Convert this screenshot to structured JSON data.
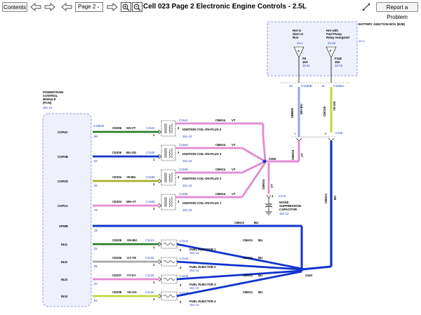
{
  "toolbar": {
    "contents_label": "Contents",
    "page_select_value": "Page 2",
    "page_title": "Cell 023 Page 2 Electronic Engine Controls - 2.5L",
    "report_label": "Report a Problem"
  },
  "colors": {
    "pink": "#e28ad3",
    "blue": "#1133cc",
    "light_blue": "#9ba3e8",
    "green": "#2e7d2e",
    "olive": "#a8ae2a",
    "gray": "#a8a8a8",
    "yellow_green": "#c2d63a",
    "label_blue": "#1f3fbf"
  },
  "bjb": {
    "title": "BATTERY JUNCTION BOX (BJB)",
    "ref": "11-1",
    "left": {
      "desc": [
        "Hot in",
        "Start or",
        "Run"
      ],
      "pin": "23-1",
      "letter": "A",
      "fuse": "F9",
      "amps": "15A",
      "ref": "13-11"
    },
    "right": {
      "desc": [
        "Hot with",
        "Fuel Pump",
        "Relay energized"
      ],
      "pin": "23-19",
      "letter": "F",
      "fuse": "F128",
      "amps": "15A",
      "ref": "13-16"
    }
  },
  "c1035": {
    "left_pin": "42",
    "left_conn": "C1035B",
    "left_circuit": "SBB09",
    "left_color": "WH-BU",
    "right_pin": "16",
    "right_conn": "C1035A",
    "right_circuit": "CBC09",
    "right_color": "YE-GN"
  },
  "pcm": {
    "title": [
      "POWERTRAIN",
      "CONTROL",
      "MODULE",
      "(PCM)"
    ],
    "ref": "151-12",
    "conn": "C1381E"
  },
  "pcm_pins": [
    {
      "label": "COP4C",
      "pin": "89"
    },
    {
      "label": "COP3B",
      "pin": "84"
    },
    {
      "label": "COP2D",
      "pin": "94"
    },
    {
      "label": "COP1A",
      "pin": "79"
    },
    {
      "label": "VPWR",
      "pin": "18"
    },
    {
      "label": "INJ1",
      "pin": "52"
    },
    {
      "label": "INJ2",
      "pin": "55"
    },
    {
      "label": "INJ3",
      "pin": "53"
    },
    {
      "label": "INJ4",
      "pin": "54"
    }
  ],
  "coils": [
    {
      "circuit": "CE306",
      "color": "GN-VT",
      "conn": "C1541",
      "name": "IGNITION COIL-ON-PLUG 4",
      "ref": "151-13",
      "pin_in": "1",
      "pin_out": "3",
      "wire": "CBK04",
      "wire_color": "VT"
    },
    {
      "circuit": "CE305",
      "color": "BU-OG",
      "conn": "C1540",
      "name": "IGNITION COIL-ON-PLUG 3",
      "ref": "151-13",
      "pin_in": "1",
      "pin_out": "3",
      "wire": "CBK04",
      "wire_color": "VT"
    },
    {
      "circuit": "CE304",
      "color": "YE-BU",
      "conn": "C1539",
      "name": "IGNITION COIL-ON-PLUG 2",
      "ref": "151-13",
      "pin_in": "1",
      "pin_out": "3",
      "wire": "CBK04",
      "wire_color": "VT"
    },
    {
      "circuit": "CE303",
      "color": "WH-VT",
      "conn": "C1538",
      "name": "IGNITION COIL-ON-PLUG 1",
      "ref": "151-13",
      "pin_in": "1",
      "pin_out": "3",
      "wire": "CBK04",
      "wire_color": "VT"
    }
  ],
  "vpwr": {
    "wire": "CBK01",
    "color": "BU"
  },
  "injectors": [
    {
      "circuit": "CE205",
      "color": "GN-BU",
      "conn": "C1141",
      "name": "FUEL INJECTOR 1",
      "ref": "151-13",
      "pin_in": "1",
      "pin_out": "2",
      "wire": "CBK01",
      "wire_color": "BU"
    },
    {
      "circuit": "CE206",
      "color": "GY-YE",
      "conn": "C1142",
      "name": "FUEL INJECTOR 2",
      "ref": "151-13",
      "pin_in": "1",
      "pin_out": "2",
      "wire": "CBK01",
      "wire_color": "BU"
    },
    {
      "circuit": "CE207",
      "color": "VT-GY",
      "conn": "C1143",
      "name": "FUEL INJECTOR 3",
      "ref": "151-13",
      "pin_in": "1",
      "pin_out": "2",
      "wire": "CBK01",
      "wire_color": "BU"
    },
    {
      "circuit": "CE208",
      "color": "YE-OG",
      "conn": "C1144",
      "name": "FUEL INJECTOR 4",
      "ref": "151-13",
      "pin_in": "1",
      "pin_out": "2",
      "wire": "CBK01",
      "wire_color": "BU"
    }
  ],
  "splices": {
    "s159": "S159",
    "s163": "S163"
  },
  "c119": {
    "conn": "C119",
    "left_pin": "1",
    "right_pin": "9"
  },
  "vt_labels": {
    "lower_circuit": "CBK04",
    "lower_color": "VT",
    "upper_circuit": "CBK04",
    "upper_color": "VT"
  },
  "capacitor": {
    "pin": "1",
    "conn": "C174",
    "name": [
      "NOISE",
      "SUPPRESSION",
      "CAPACITOR"
    ],
    "ref": "151-12"
  },
  "right_bus": {
    "circuit": "CBK01",
    "color": "BU"
  }
}
